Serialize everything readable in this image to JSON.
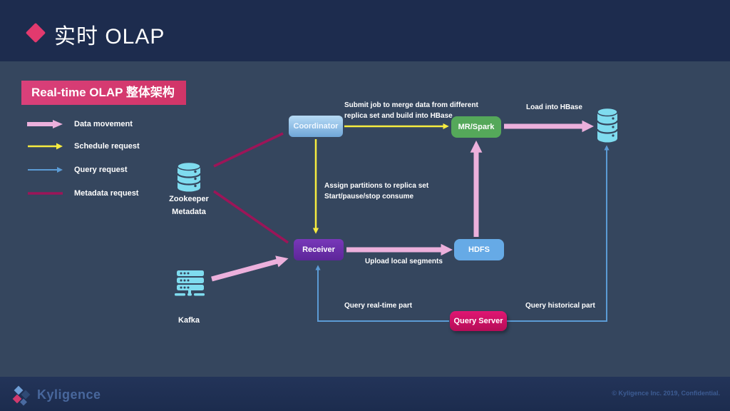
{
  "slide": {
    "title": "实时 OLAP",
    "banner": "Real-time OLAP 整体架构"
  },
  "legend": {
    "items": [
      {
        "label": "Data movement",
        "color": "#ecb0dc"
      },
      {
        "label": "Schedule request",
        "color": "#f7ec3f"
      },
      {
        "label": "Query request",
        "color": "#5b9bd5"
      },
      {
        "label": "Metadata request",
        "color": "#9c1558"
      }
    ]
  },
  "nodes": {
    "coordinator": {
      "label": "Coordinator",
      "color": "#8fc3ec"
    },
    "mr_spark": {
      "label": "MR/Spark",
      "color": "#55a85a"
    },
    "receiver": {
      "label": "Receiver",
      "color": "#6b2ea6"
    },
    "hdfs": {
      "label": "HDFS",
      "color": "#66aae6"
    },
    "query_server": {
      "label": "Query Server",
      "color": "#cc1064"
    },
    "zookeeper": {
      "label": "Zookeeper",
      "sublabel": "Metadata",
      "icon": "database-icon",
      "color": "#7fdcef"
    },
    "kafka": {
      "label": "Kafka",
      "icon": "server-icon",
      "color": "#7fdcef"
    },
    "hbase": {
      "icon": "database-icon",
      "color": "#7fdcef"
    }
  },
  "edge_labels": {
    "submit_job_line1": "Submit job to merge data from different",
    "submit_job_line2": "replica set and build into HBase",
    "load_into_hbase": "Load into HBase",
    "assign_partitions": "Assign partitions to replica set",
    "start_pause_stop": "Start/pause/stop consume",
    "upload_local_segments": "Upload local segments",
    "query_realtime": "Query real-time part",
    "query_historical": "Query historical part"
  },
  "footer": {
    "brand": "Kyligence",
    "copyright": "© Kyligence Inc. 2019, Confidential."
  },
  "colors": {
    "header_bg": "#1d2c4e",
    "main_bg": "#35465e",
    "footer_bg": "#203152",
    "banner_pink": "#d63a72",
    "title_diamond": "#e23a6e",
    "arrow_pink": "#ecb0dc",
    "arrow_yellow": "#f7ec3f",
    "arrow_blue": "#5b9bd5",
    "arrow_magenta": "#9c1558",
    "icon_cyan": "#7fdcef"
  }
}
